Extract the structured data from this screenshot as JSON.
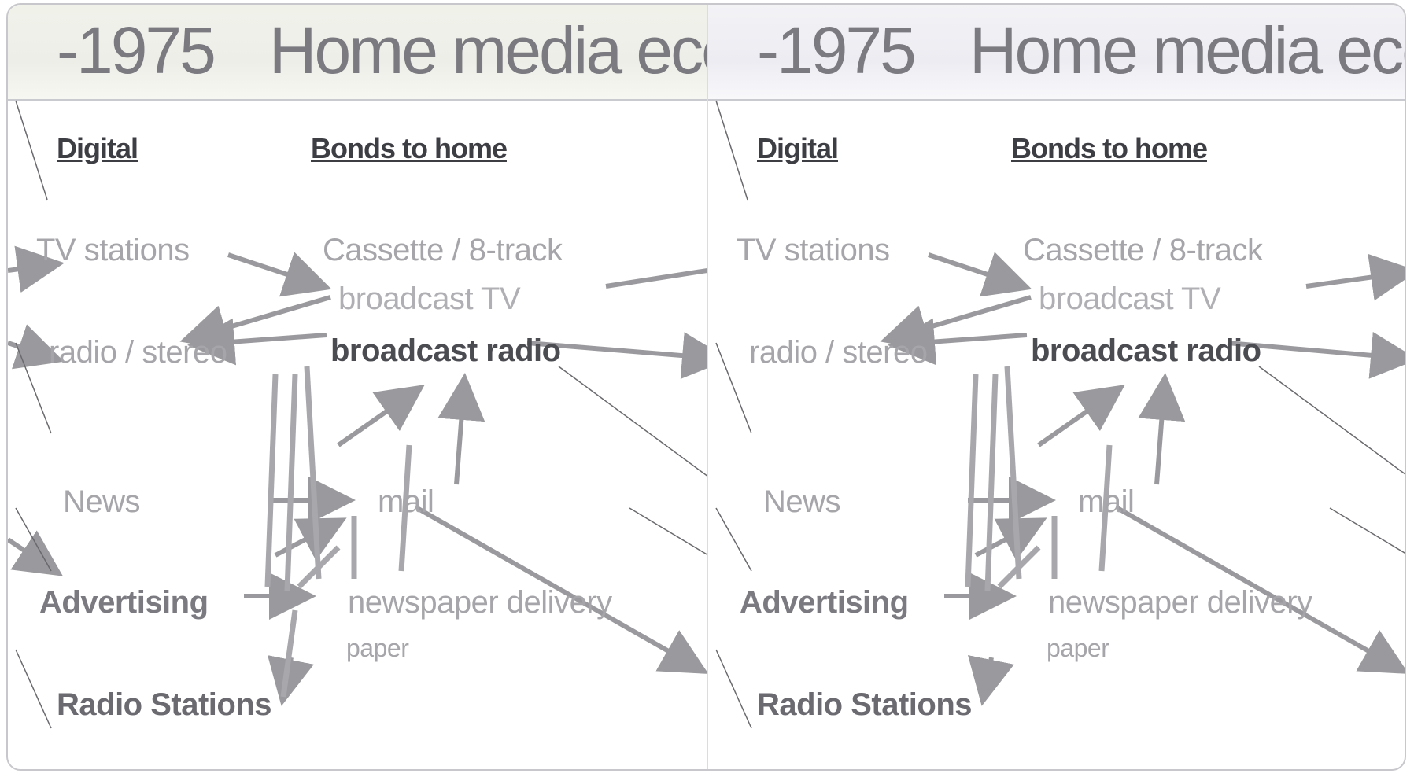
{
  "diagram": {
    "title_year": "1975",
    "title_prefix": "-",
    "title_text": "Home media ecology",
    "column_headers": {
      "left": "Digital",
      "right": "Bonds to home"
    },
    "nodes": {
      "tv_stations": "TV stations",
      "cassette": "Cassette / 8-track",
      "broadcast_tv": "broadcast TV",
      "radio_stereo": "radio / stereo",
      "broadcast_radio": "broadcast radio",
      "news": "News",
      "mail": "mail",
      "advertising": "Advertising",
      "newspaper_delivery": "newspaper delivery",
      "paper": "paper",
      "radio_stations": "Radio Stations"
    }
  },
  "colors": {
    "arrow": "#9a9a9e",
    "node_text": "#a6a6aa",
    "heading_text": "#3d3d44",
    "frame_border": "#c8c8cc"
  }
}
